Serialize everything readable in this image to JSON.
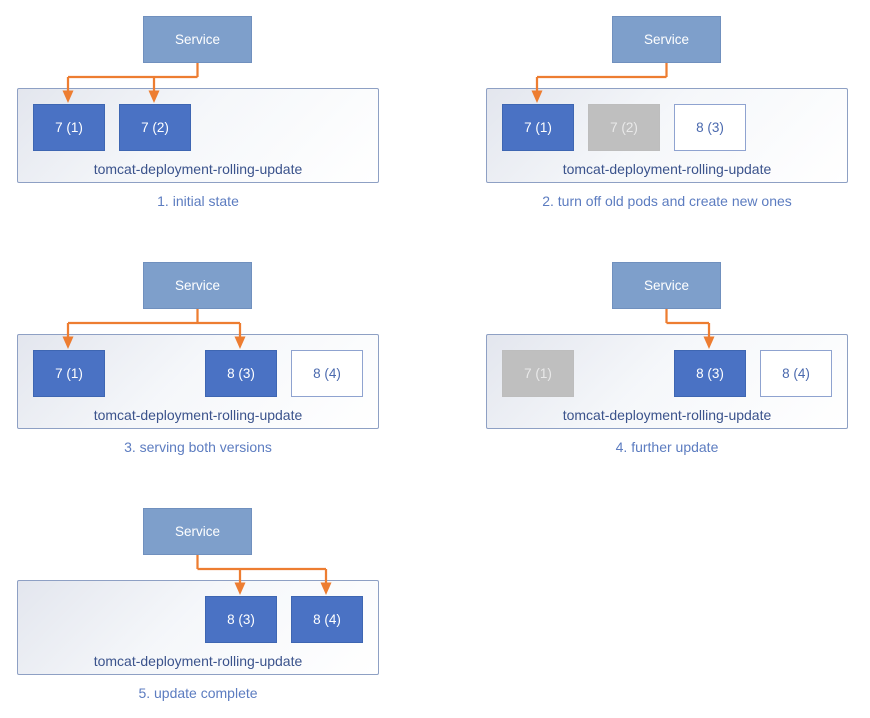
{
  "service_label": "Service",
  "deployment_label": "tomcat-deployment-rolling-update",
  "colors": {
    "service_fill": "#7E9FCB",
    "service_border": "#7090BE",
    "service_text": "#FFFFFF",
    "pod_active_fill": "#4A72C4",
    "pod_active_text": "#FFFFFF",
    "pod_terminated_fill": "#BFBFBF",
    "pod_terminated_text": "#E9E9E9",
    "pod_new_fill": "#FFFFFF",
    "pod_new_border": "#8FA3D0",
    "pod_new_text": "#4A69AE",
    "arrow": "#ED7D31",
    "container_border": "#8EA0C4",
    "label_text": "#3B538C",
    "caption_text": "#5C7CC0"
  },
  "panels": [
    {
      "caption": "1. initial state",
      "pods": [
        {
          "label": "7 (1)",
          "state": "active",
          "slot": 0,
          "connected": true
        },
        {
          "label": "7 (2)",
          "state": "active",
          "slot": 1,
          "connected": true
        }
      ]
    },
    {
      "caption": "2. turn off old pods and create new ones",
      "pods": [
        {
          "label": "7 (1)",
          "state": "active",
          "slot": 0,
          "connected": true
        },
        {
          "label": "7 (2)",
          "state": "terminated",
          "slot": 1,
          "connected": false
        },
        {
          "label": "8 (3)",
          "state": "new",
          "slot": 2,
          "connected": false
        }
      ]
    },
    {
      "caption": "3. serving both versions",
      "pods": [
        {
          "label": "7 (1)",
          "state": "active",
          "slot": 0,
          "connected": true
        },
        {
          "label": "8 (3)",
          "state": "active",
          "slot": 2,
          "connected": true
        },
        {
          "label": "8 (4)",
          "state": "new",
          "slot": 3,
          "connected": false
        }
      ]
    },
    {
      "caption": "4. further update",
      "pods": [
        {
          "label": "7 (1)",
          "state": "terminated",
          "slot": 0,
          "connected": false
        },
        {
          "label": "8 (3)",
          "state": "active",
          "slot": 2,
          "connected": true
        },
        {
          "label": "8 (4)",
          "state": "new",
          "slot": 3,
          "connected": false
        }
      ]
    },
    {
      "caption": "5. update complete",
      "pods": [
        {
          "label": "8 (3)",
          "state": "active",
          "slot": 2,
          "connected": true
        },
        {
          "label": "8 (4)",
          "state": "active",
          "slot": 3,
          "connected": true
        }
      ]
    }
  ]
}
